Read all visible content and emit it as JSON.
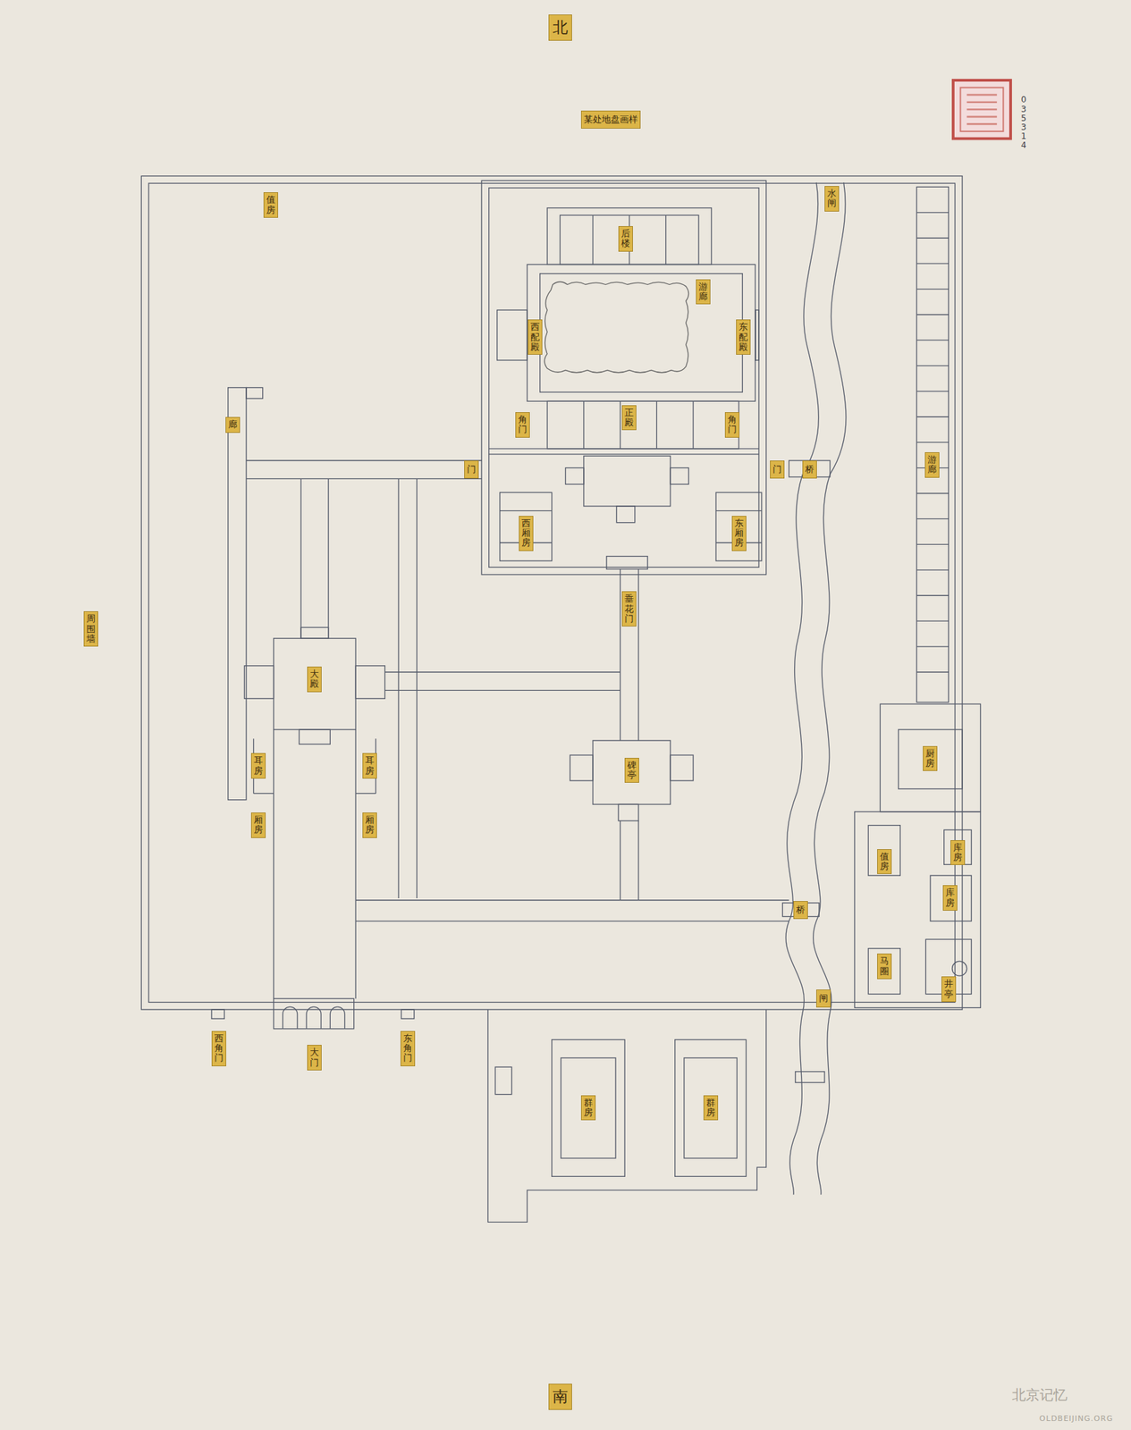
{
  "diagram": {
    "title": "某处地盘画样",
    "nodes": [
      {
        "text": [
          "北"
        ]
      },
      {
        "text": [
          "值房"
        ]
      },
      {
        "text": [
          "水闸"
        ]
      },
      {
        "text": [
          "后楼"
        ]
      },
      {
        "text": [
          "游廊"
        ]
      },
      {
        "text": [
          "西配殿"
        ]
      },
      {
        "text": [
          "东配殿"
        ]
      },
      {
        "text": [
          "正殿"
        ]
      },
      {
        "text": [
          "角门"
        ]
      },
      {
        "text": [
          "角门"
        ]
      },
      {
        "text": [
          "廊"
        ]
      },
      {
        "text": [
          "门"
        ]
      },
      {
        "text": [
          "门"
        ]
      },
      {
        "text": [
          "桥"
        ]
      },
      {
        "text": [
          "游廊"
        ]
      },
      {
        "text": [
          "西厢房"
        ]
      },
      {
        "text": [
          "东厢房"
        ]
      },
      {
        "text": [
          "垂花门"
        ]
      },
      {
        "text": [
          "周围墙"
        ]
      },
      {
        "text": [
          "大殿"
        ]
      },
      {
        "text": [
          "碑亭"
        ]
      },
      {
        "text": [
          "厨房"
        ]
      },
      {
        "text": [
          "耳房"
        ]
      },
      {
        "text": [
          "耳房"
        ]
      },
      {
        "text": [
          "厢房"
        ]
      },
      {
        "text": [
          "厢房"
        ]
      },
      {
        "text": [
          "值房"
        ]
      },
      {
        "text": [
          "库房"
        ]
      },
      {
        "text": [
          "库房"
        ]
      },
      {
        "text": [
          "桥"
        ]
      },
      {
        "text": [
          "马圈"
        ]
      },
      {
        "text": [
          "井亭"
        ]
      },
      {
        "text": [
          "闸"
        ]
      },
      {
        "text": [
          "西角门"
        ]
      },
      {
        "text": [
          "大门"
        ]
      },
      {
        "text": [
          "东角门"
        ]
      },
      {
        "text": [
          "群房"
        ]
      },
      {
        "text": [
          "群房"
        ]
      },
      {
        "text": [
          "南"
        ]
      }
    ],
    "labels": [
      "035314",
      "北京记忆",
      "OLDBEIJING.ORG"
    ]
  }
}
